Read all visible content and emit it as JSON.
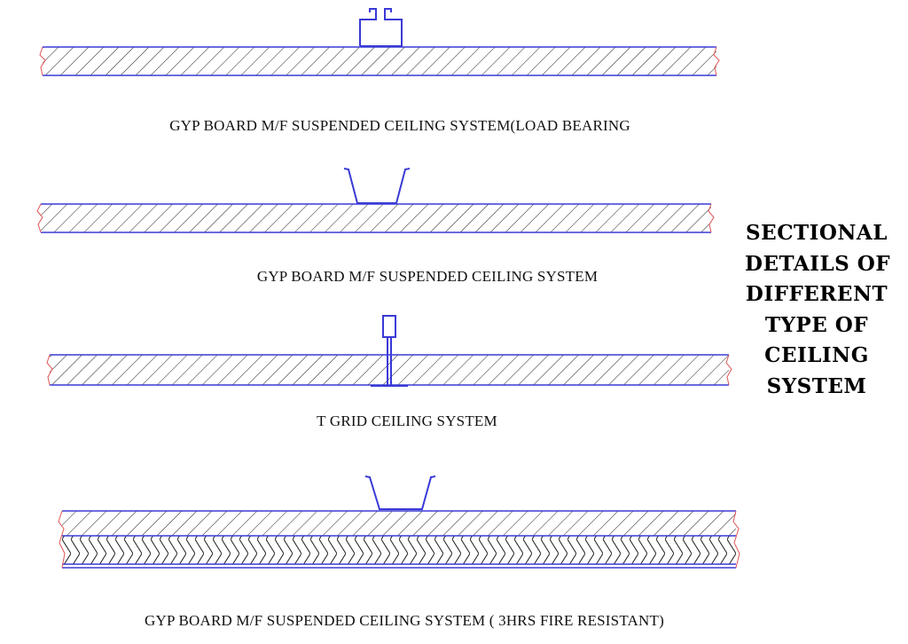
{
  "title_lines": [
    "SECTIONAL",
    "DETAILS OF",
    "DIFFERENT",
    "TYPE OF",
    "CEILING",
    "SYSTEM"
  ],
  "sections": [
    {
      "caption": "GYP BOARD M/F SUSPENDED CEILING SYSTEM(LOAD BEARING",
      "profile": "c-channel",
      "layers": 1
    },
    {
      "caption": "GYP BOARD M/F SUSPENDED CEILING SYSTEM",
      "profile": "furring-channel",
      "layers": 1
    },
    {
      "caption": "T GRID CEILING SYSTEM",
      "profile": "t-grid",
      "layers": 1
    },
    {
      "caption": "GYP BOARD M/F SUSPENDED CEILING SYSTEM ( 3HRS FIRE RESISTANT)",
      "profile": "furring-channel",
      "layers": 2
    }
  ],
  "colors": {
    "line": "#3a3ad6",
    "hatch": "#222222",
    "break_mark": "#e05555",
    "text": "#111111"
  }
}
